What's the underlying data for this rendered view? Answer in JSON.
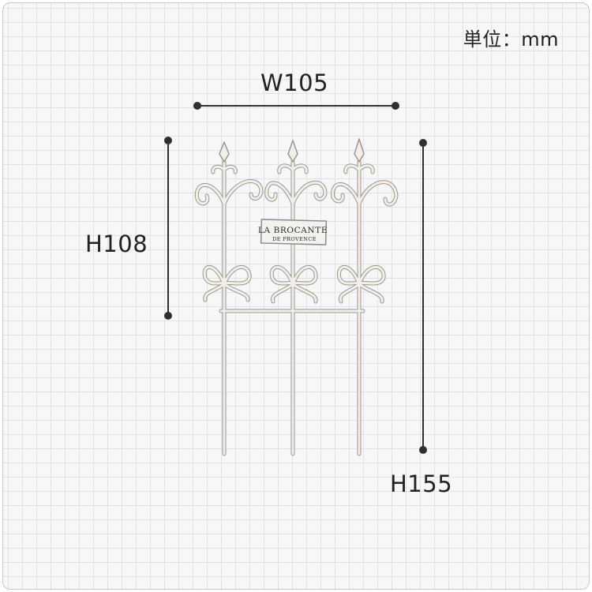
{
  "unit_label": "単位：mm",
  "dimensions": {
    "width_label": "W105",
    "height_label": "H108",
    "total_height_label": "H155"
  },
  "sign": {
    "line1": "LA BROCANTE",
    "line2": "DE PROVENCE"
  },
  "colors": {
    "dimension_line": "#2f2f2f",
    "iron": "#f1efe8",
    "iron_edge": "#9a978f",
    "grid": "#e2e2e2",
    "background": "#f7f7f7"
  }
}
